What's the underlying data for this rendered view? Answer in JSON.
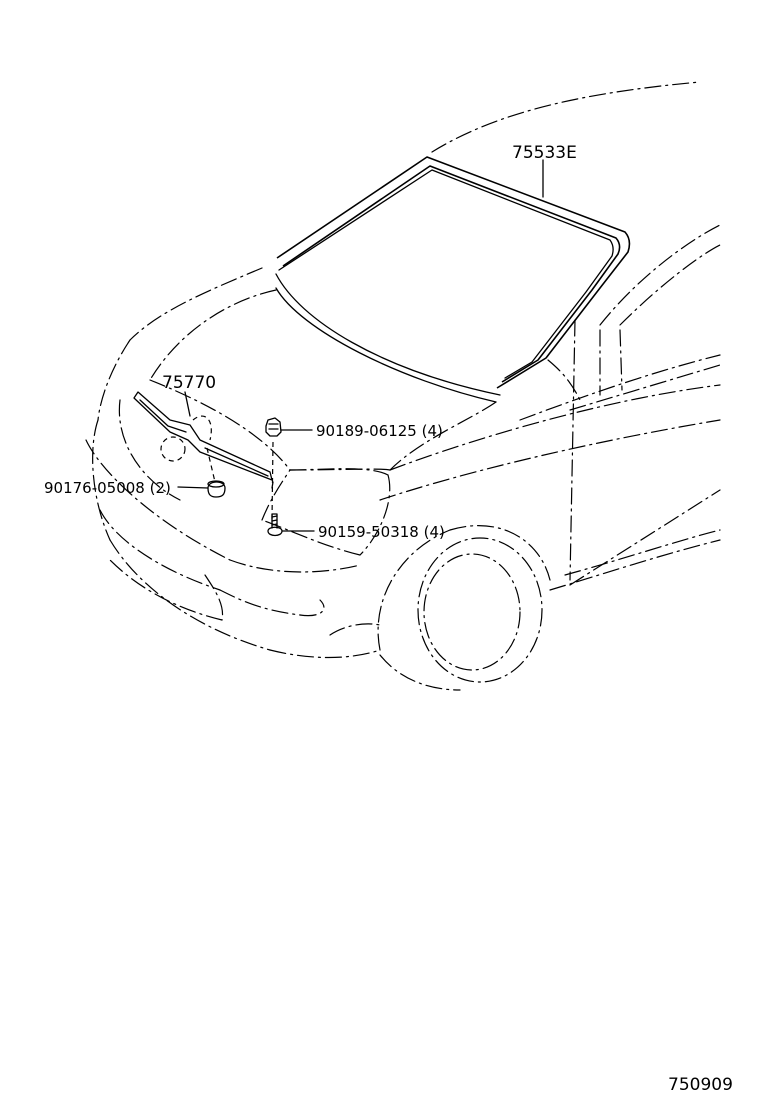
{
  "diagram": {
    "callouts": {
      "windshield_moulding": "75533E",
      "hood_garnish": "75770",
      "clip_upper": "90189-06125 (4)",
      "clip_left": "90176-05008 (2)",
      "screw": "90159-50318 (4)"
    },
    "figure_number": "750909"
  }
}
